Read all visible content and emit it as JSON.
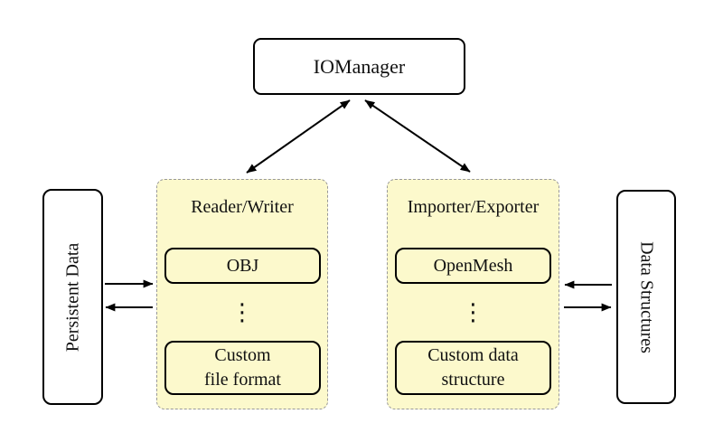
{
  "io_manager": {
    "label": "IOManager"
  },
  "left_panel": {
    "label": "Persistent Data"
  },
  "right_panel": {
    "label": "Data Structures"
  },
  "reader_writer": {
    "title": "Reader/Writer",
    "item_top": "OBJ",
    "ellipsis": "⋮",
    "item_bottom_line1": "Custom",
    "item_bottom_line2": "file format"
  },
  "importer_exporter": {
    "title": "Importer/Exporter",
    "item_top": "OpenMesh",
    "ellipsis": "⋮",
    "item_bottom_line1": "Custom data",
    "item_bottom_line2": "structure"
  },
  "colors": {
    "group_fill": "#FCF9CC",
    "group_border": "#999999",
    "box_border": "#000000",
    "box_fill": "#FFFFFF",
    "arrow": "#000000"
  }
}
